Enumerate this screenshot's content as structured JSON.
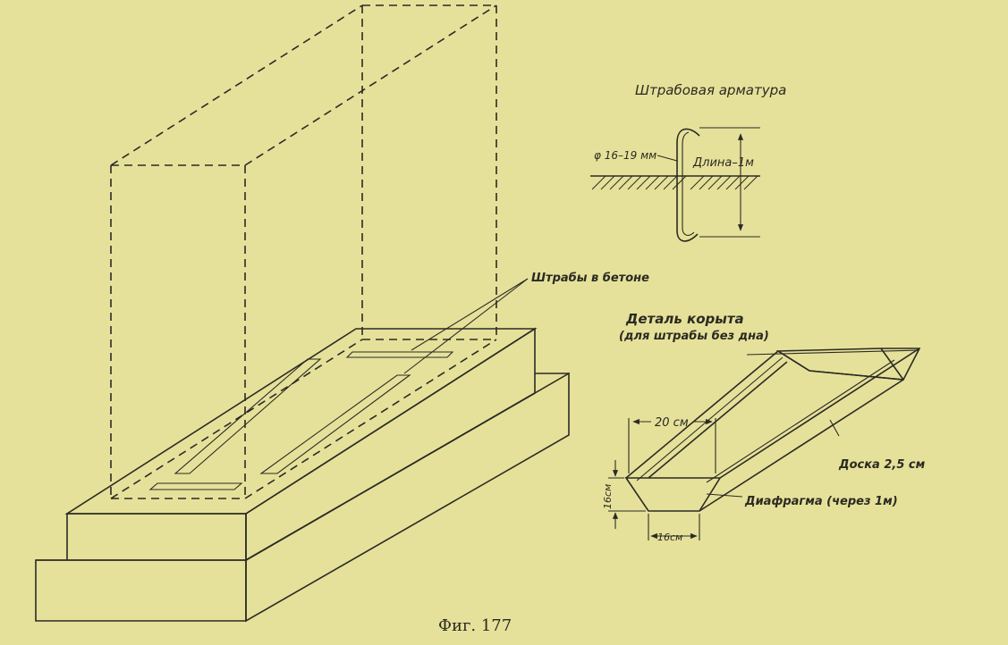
{
  "labels": {
    "rebar_title": "Штрабовая арматура",
    "diameter": "φ 16–19 мм",
    "length": "Длина–1м",
    "chases": "Штрабы в бетоне",
    "trough_title": "Деталь корыта",
    "trough_note": "(для штрабы без дна)",
    "width_top": "20 см",
    "board": "Доска 2,5 см",
    "depth": "16см",
    "width_bottom": "16см",
    "diaphragm": "Диафрагма (через 1м)"
  },
  "caption": "Фиг. 177"
}
